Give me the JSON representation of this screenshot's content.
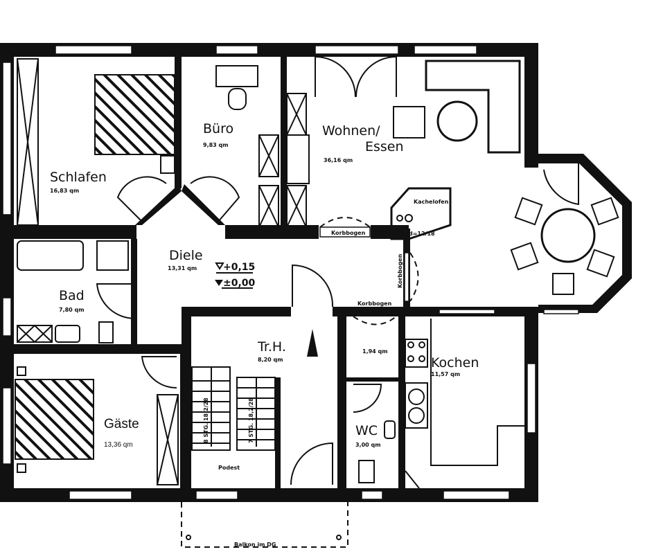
{
  "rooms": {
    "schlafen": {
      "name": "Schlafen",
      "area": "16,83 qm"
    },
    "buero": {
      "name": "Büro",
      "area": "9,83 qm"
    },
    "wohnen": {
      "name_line1": "Wohnen/",
      "name_line2": "Essen",
      "area": "36,16 qm"
    },
    "diele": {
      "name": "Diele",
      "area": "13,31 qm"
    },
    "bad": {
      "name": "Bad",
      "area": "7,80 qm"
    },
    "gaeste": {
      "name": "Gäste",
      "area": "13,36 qm"
    },
    "treppenhaus": {
      "name": "Tr.H.",
      "area": "8,20 qm"
    },
    "abstell": {
      "area": "1,94 qm"
    },
    "wc": {
      "name": "WC",
      "area": "3,00 qm"
    },
    "kochen": {
      "name": "Kochen",
      "area": "11,57 qm"
    },
    "podest": {
      "name": "Podest"
    }
  },
  "levels": {
    "upper": "+0,15",
    "base": "±0,00"
  },
  "annotations": {
    "korbbogen_top": "Korbbogen",
    "korbbogen_side": "Korbbogen",
    "korbbogen_bottom": "Korbbogen",
    "kachelofen": "Kachelofen",
    "kachelofen_dim": "d=12/18",
    "stairs_up": "8 STG. 18,2/28",
    "stairs_down": "7 STG. 18,2/28",
    "balkon": "Balkon im DG"
  }
}
